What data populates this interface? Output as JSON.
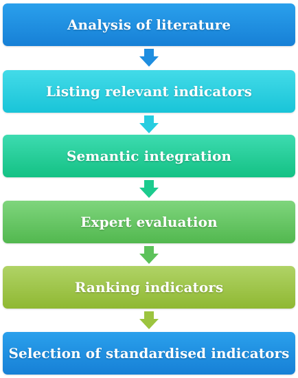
{
  "steps": [
    {
      "label": "Analysis of literature"
    },
    {
      "label": "Listing relevant indicators"
    },
    {
      "label": "Semantic integration"
    },
    {
      "label": "Expert evaluation"
    },
    {
      "label": "Ranking indicators"
    },
    {
      "label": "Selection of standardised indicators"
    }
  ],
  "arrows": [
    {
      "icon": "arrow-down-icon",
      "color": "#1f8ee0"
    },
    {
      "icon": "arrow-down-icon",
      "color": "#26cde0"
    },
    {
      "icon": "arrow-down-icon",
      "color": "#1ccb8e"
    },
    {
      "icon": "arrow-down-icon",
      "color": "#5cc25a"
    },
    {
      "icon": "arrow-down-icon",
      "color": "#9cc43f"
    }
  ]
}
